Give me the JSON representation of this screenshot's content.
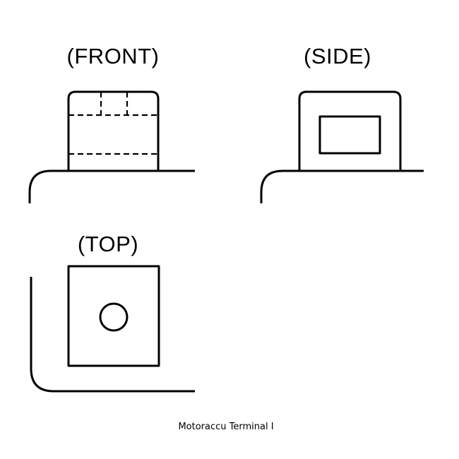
{
  "views": {
    "front": {
      "label": "(FRONT)"
    },
    "side": {
      "label": "(SIDE)"
    },
    "top": {
      "label": "(TOP)"
    }
  },
  "caption": "Motoraccu Terminal I"
}
